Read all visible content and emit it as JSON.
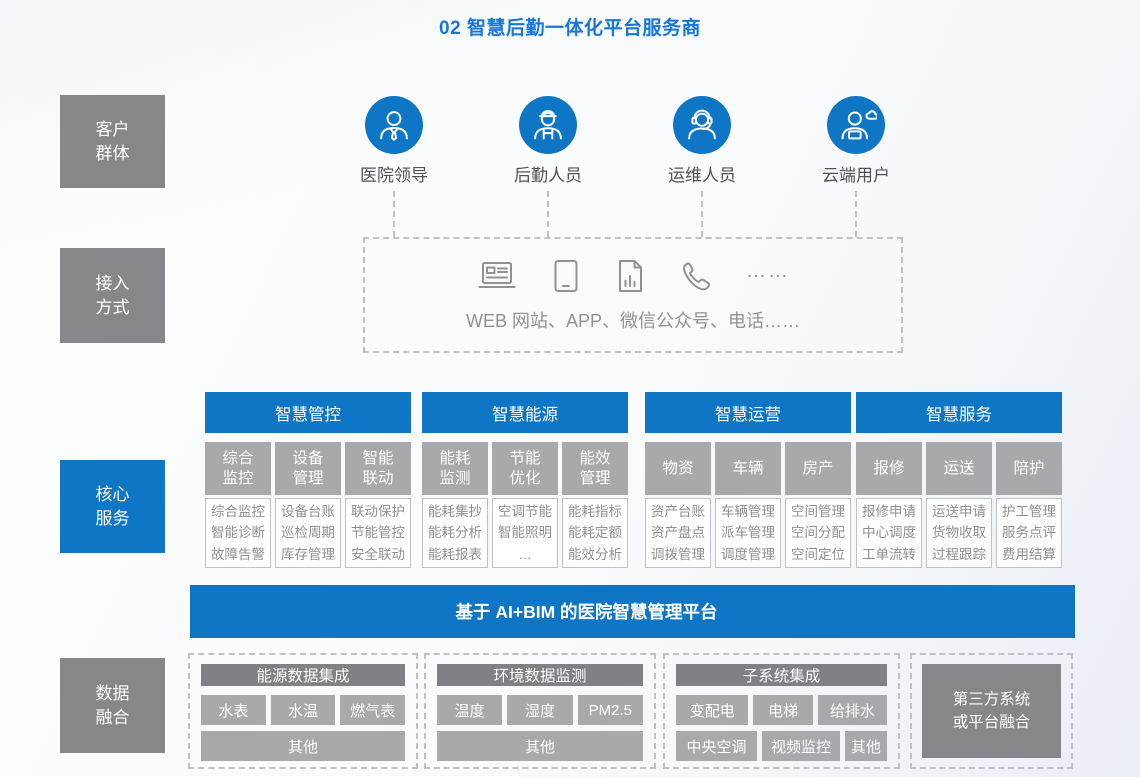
{
  "title": "02 智慧后勤一体化平台服务商",
  "colors": {
    "accent_blue": "#0f76c6",
    "title_blue": "#1577d9",
    "dark_gray": "#85878a",
    "mid_gray": "#a7a9ac",
    "fusion_header_gray": "#7e8185"
  },
  "sections": {
    "customers": {
      "label": "客户群体",
      "items": [
        {
          "name": "医院领导",
          "icon": "hospital-leader-icon"
        },
        {
          "name": "后勤人员",
          "icon": "logistics-staff-icon"
        },
        {
          "name": "运维人员",
          "icon": "operations-staff-icon"
        },
        {
          "name": "云端用户",
          "icon": "cloud-user-icon"
        }
      ]
    },
    "access": {
      "label": "接入方式",
      "icons": [
        "laptop-icon",
        "tablet-icon",
        "report-icon",
        "phone-icon"
      ],
      "ellipsis": "……",
      "caption": "WEB 网站、APP、微信公众号、电话……"
    },
    "core": {
      "label": "核心服务",
      "groups": [
        {
          "header": "智慧管控",
          "columns": [
            {
              "title": "综合监控",
              "items": [
                "综合监控",
                "智能诊断",
                "故障告警"
              ]
            },
            {
              "title": "设备管理",
              "items": [
                "设备台账",
                "巡检周期",
                "库存管理"
              ]
            },
            {
              "title": "智能联动",
              "items": [
                "联动保护",
                "节能管控",
                "安全联动"
              ]
            }
          ]
        },
        {
          "header": "智慧能源",
          "columns": [
            {
              "title": "能耗监测",
              "items": [
                "能耗集抄",
                "能耗分析",
                "能耗报表"
              ]
            },
            {
              "title": "节能优化",
              "items": [
                "空调节能",
                "智能照明",
                "…"
              ]
            },
            {
              "title": "能效管理",
              "items": [
                "能耗指标",
                "能耗定额",
                "能效分析"
              ]
            }
          ]
        },
        {
          "header": "智慧运营",
          "columns": [
            {
              "title": "物资",
              "items": [
                "资产台账",
                "资产盘点",
                "调拨管理"
              ]
            },
            {
              "title": "车辆",
              "items": [
                "车辆管理",
                "派车管理",
                "调度管理"
              ]
            },
            {
              "title": "房产",
              "items": [
                "空间管理",
                "空间分配",
                "空间定位"
              ]
            }
          ]
        },
        {
          "header": "智慧服务",
          "columns": [
            {
              "title": "报修",
              "items": [
                "报修申请",
                "中心调度",
                "工单流转"
              ]
            },
            {
              "title": "运送",
              "items": [
                "运送申请",
                "货物收取",
                "过程跟踪"
              ]
            },
            {
              "title": "陪护",
              "items": [
                "护工管理",
                "服务点评",
                "费用结算"
              ]
            }
          ]
        }
      ]
    },
    "platform": {
      "label": "基于 AI+BIM 的医院智慧管理平台"
    },
    "fusion": {
      "label": "数据融合",
      "groups": [
        {
          "header": "能源数据集成",
          "row1": [
            "水表",
            "水温",
            "燃气表"
          ],
          "row2": [
            "其他"
          ]
        },
        {
          "header": "环境数据监测",
          "row1": [
            "温度",
            "湿度",
            "PM2.5"
          ],
          "row2": [
            "其他"
          ]
        },
        {
          "header": "子系统集成",
          "row1": [
            "变配电",
            "电梯",
            "给排水"
          ],
          "row2": [
            "中央空调",
            "视频监控",
            "其他"
          ]
        }
      ],
      "third_party": "第三方系统或平台融合"
    }
  }
}
